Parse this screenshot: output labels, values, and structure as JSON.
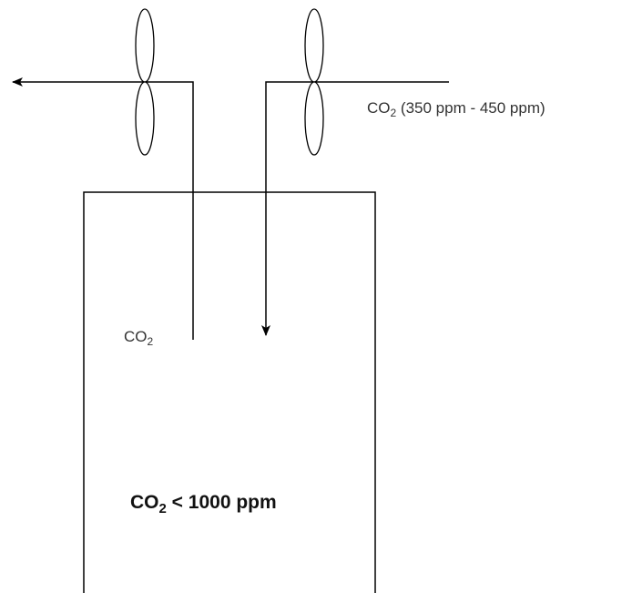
{
  "labels": {
    "supply": {
      "main": "CO",
      "sub": "2",
      "rest": " (350 ppm - 450 ppm)"
    },
    "sensor": {
      "main": "CO",
      "sub": "2",
      "rest": ""
    },
    "room": {
      "main": "CO",
      "sub": "2",
      "rest": " < 1000 ppm"
    }
  },
  "colors": {
    "stroke": "#000000",
    "text": "#333333"
  },
  "icons": {
    "fan": "fan-icon"
  }
}
